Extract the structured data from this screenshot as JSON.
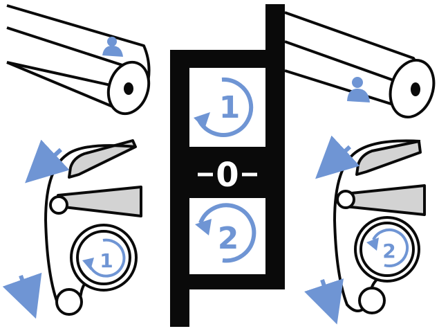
{
  "colors": {
    "ink": "#0a0a0a",
    "accent": "#6f95d4",
    "paper": "#ffffff",
    "tray": "#d3d3d3"
  },
  "selector": {
    "position_1_label": "1",
    "position_0_label": "0",
    "position_2_label": "2"
  },
  "left_panel": {
    "roll_label_icon": "person-icon",
    "direction_label": "1"
  },
  "right_panel": {
    "roll_label_icon": "person-icon",
    "direction_label": "2"
  }
}
